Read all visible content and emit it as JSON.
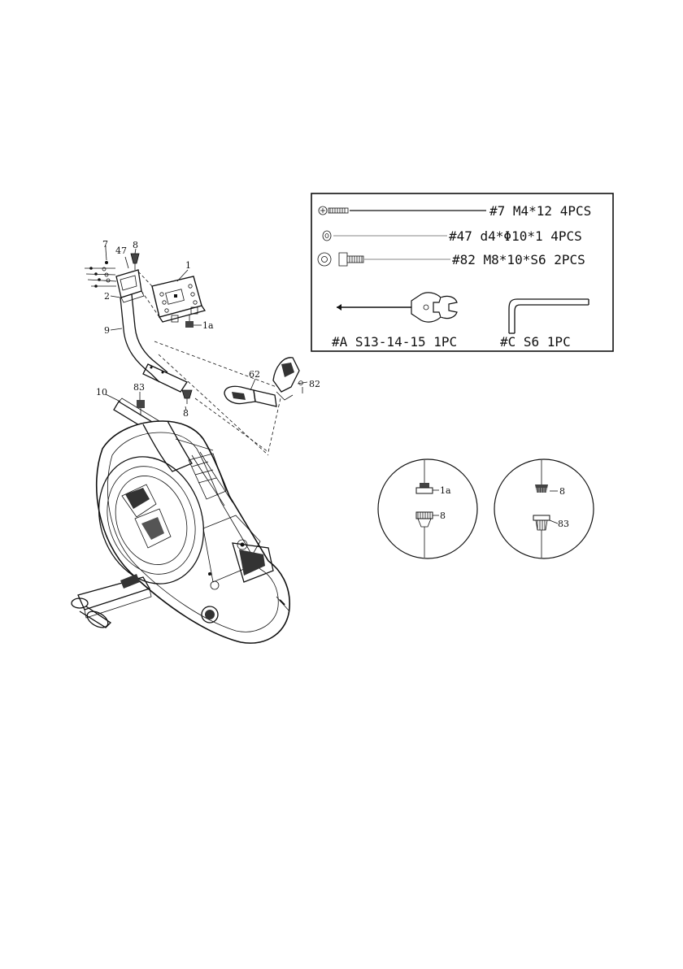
{
  "hardware_box": {
    "items": [
      {
        "label": "#7 M4*12 4PCS"
      },
      {
        "label": "#47 d4*Φ10*1 4PCS"
      },
      {
        "label": "#82 M8*10*S6 2PCS"
      },
      {
        "label": "#A S13-14-15 1PC"
      },
      {
        "label": "#C S6 1PC"
      }
    ]
  },
  "callouts": {
    "p7": "7",
    "p47": "47",
    "p8_top": "8",
    "p1": "1",
    "p2": "2",
    "p1a": "1a",
    "p9": "9",
    "p62": "62",
    "p82": "82",
    "p83": "83",
    "p10": "10",
    "p8_mid": "8"
  },
  "details": {
    "left": {
      "top": "1a",
      "bottom": "8"
    },
    "right": {
      "top": "8",
      "bottom": "83"
    }
  }
}
